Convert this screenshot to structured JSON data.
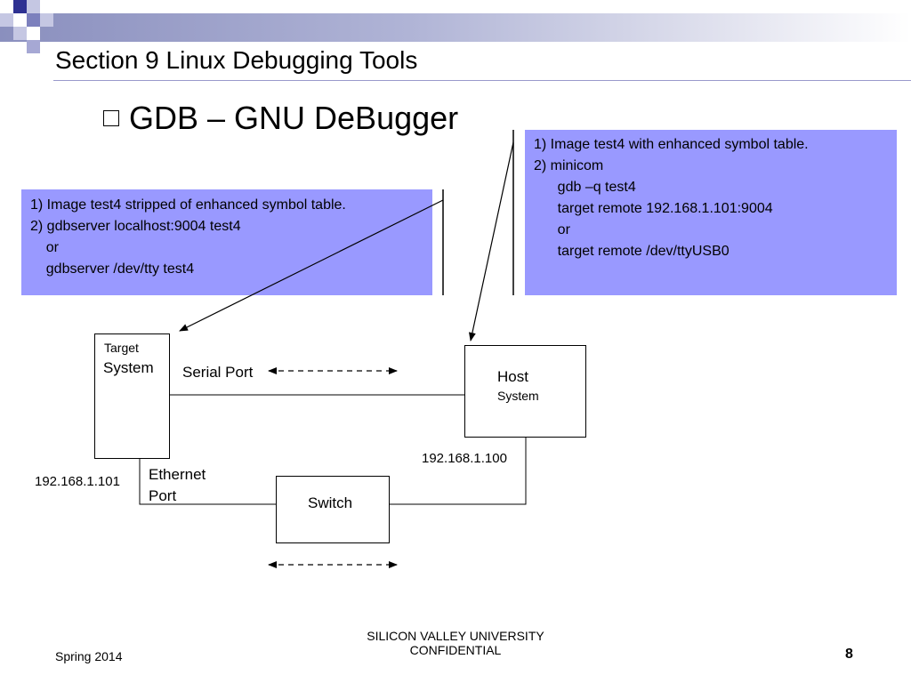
{
  "slide": {
    "title": "Section 9 Linux Debugging Tools",
    "bullet": "GDB – GNU DeBugger"
  },
  "notes": {
    "left": [
      "1) Image test4 stripped of enhanced symbol table.",
      "2) gdbserver localhost:9004 test4",
      "    or",
      "    gdbserver /dev/tty test4"
    ],
    "right": [
      "1) Image test4 with enhanced symbol table.",
      "2) minicom",
      "      gdb –q test4",
      "      target remote 192.168.1.101:9004",
      "      or",
      "      target remote /dev/ttyUSB0"
    ]
  },
  "diagram": {
    "target_label_small": "Target",
    "target_label_large": "System",
    "host_label_large": "Host",
    "host_label_small": "System",
    "switch_label": "Switch",
    "serial_port_label": "Serial Port",
    "ethernet_label_1": "Ethernet",
    "ethernet_label_2": "Port",
    "target_ip": "192.168.1.101",
    "host_ip": "192.168.1.100"
  },
  "footer": {
    "left": "Spring 2014",
    "center_1": "SILICON VALLEY UNIVERSITY",
    "center_2": "CONFIDENTIAL",
    "page": "8"
  },
  "colors": {
    "note_fill": "#9999ff",
    "header_square_dark": "#2e3192",
    "header_square_light": "#a6a8d4"
  }
}
